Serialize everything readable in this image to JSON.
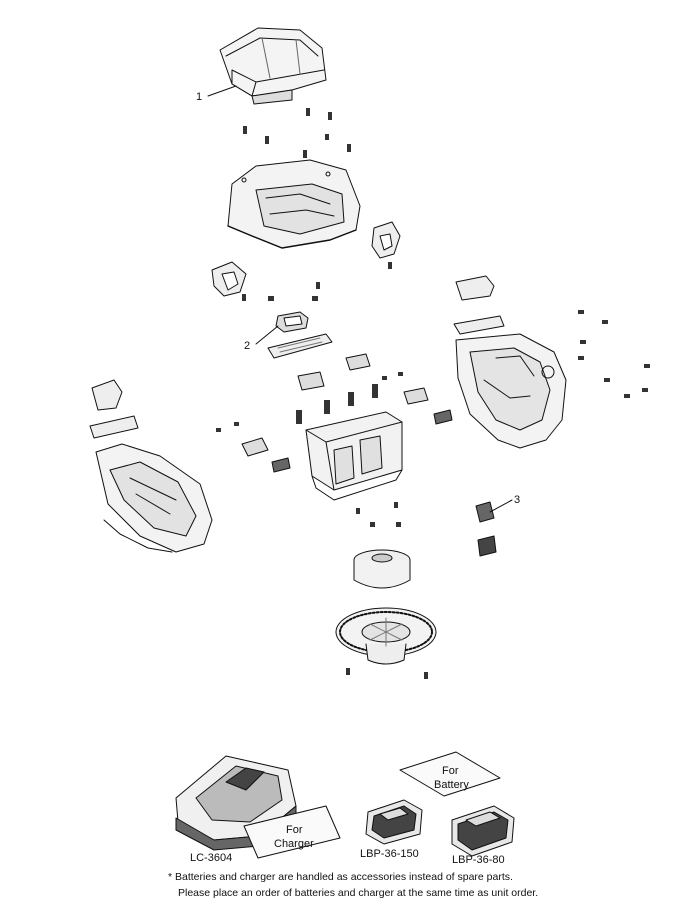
{
  "callouts": {
    "part_1": "1",
    "part_2": "2",
    "part_3": "3"
  },
  "accessories": {
    "charger_model": "LC-3604",
    "battery_small_model": "LBP-36-150",
    "battery_large_model": "LBP-36-80",
    "charger_card_line1": "For",
    "charger_card_line2": "Charger",
    "battery_card_line1": "For",
    "battery_card_line2": "Battery"
  },
  "notes": {
    "line1": "* Batteries and charger are handled as accessories instead of spare parts.",
    "line2": "Please place an order of  batteries and charger at the same time as unit order."
  },
  "colors": {
    "line": "#111111",
    "fill_light": "#f2f2f2",
    "fill_mid": "#d9d9d9",
    "fill_dark": "#555555"
  }
}
